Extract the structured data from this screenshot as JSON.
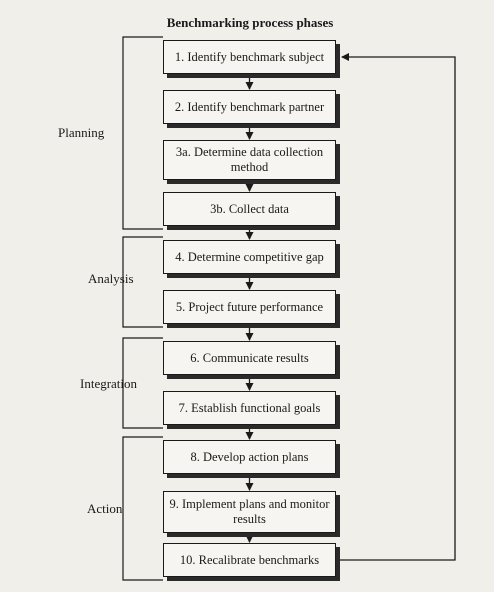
{
  "title": "Benchmarking process phases",
  "phases": [
    {
      "label": "Planning",
      "steps": [
        0,
        1,
        2,
        3
      ]
    },
    {
      "label": "Analysis",
      "steps": [
        4,
        5
      ]
    },
    {
      "label": "Integration",
      "steps": [
        6,
        7
      ]
    },
    {
      "label": "Action",
      "steps": [
        8,
        9,
        10
      ]
    }
  ],
  "steps": [
    "1. Identify benchmark subject",
    "2. Identify benchmark partner",
    "3a. Determine data collection method",
    "3b. Collect data",
    "4. Determine competitive gap",
    "5. Project future performance",
    "6. Communicate results",
    "7. Establish functional goals",
    "8. Develop action plans",
    "9. Implement plans and monitor results",
    "10. Recalibrate benchmarks"
  ],
  "colors": {
    "line": "#1a1a1a",
    "background": "#f1efea",
    "box": "#f7f5f1"
  }
}
